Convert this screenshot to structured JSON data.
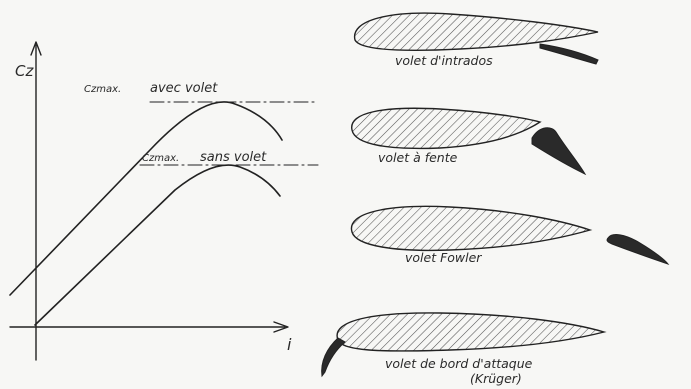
{
  "graph": {
    "y_axis_label": "Cz",
    "x_axis_label": "i",
    "curve_with_flap": {
      "label_prefix": "Czmax.",
      "label_text": "avec volet"
    },
    "curve_without_flap": {
      "label_prefix": "Czmax.",
      "label_text": "sans volet"
    }
  },
  "airfoils": [
    {
      "caption": "volet d'intrados"
    },
    {
      "caption": "volet à fente"
    },
    {
      "caption": "volet Fowler"
    },
    {
      "caption": "volet de bord d'attaque",
      "caption_sub": "(Krüger)"
    }
  ],
  "colors": {
    "ink": "#222222",
    "hatch": "#555555",
    "flap_fill": "#2a2a2a",
    "background": "#f7f7f5"
  }
}
